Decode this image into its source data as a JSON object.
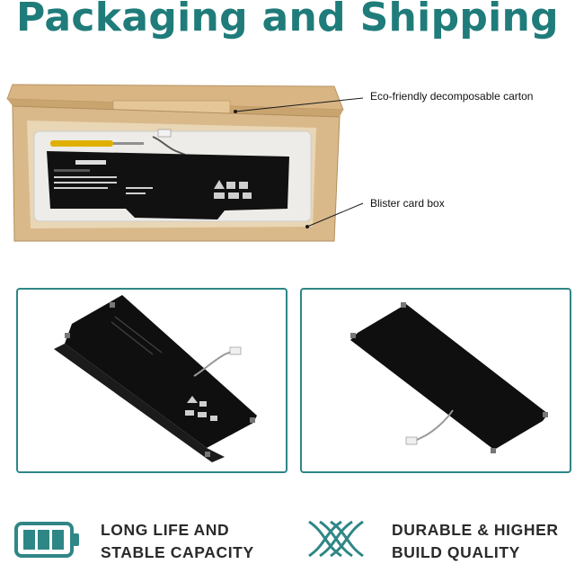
{
  "header": {
    "title": "Packaging and Shipping"
  },
  "callouts": [
    {
      "label": "Eco-friendly decomposable carton"
    },
    {
      "label": "Blister card box"
    }
  ],
  "features": [
    {
      "icon": "battery-icon",
      "line1": "LONG LIFE AND",
      "line2": "STABLE CAPACITY"
    },
    {
      "icon": "braided-strands-icon",
      "line1": "DURABLE & HIGHER",
      "line2": "BUILD QUALITY"
    }
  ],
  "colors": {
    "accent": "#1f7c7a",
    "panel_border": "#2f8686",
    "carton": "#d9b98a",
    "battery": "#121212"
  }
}
